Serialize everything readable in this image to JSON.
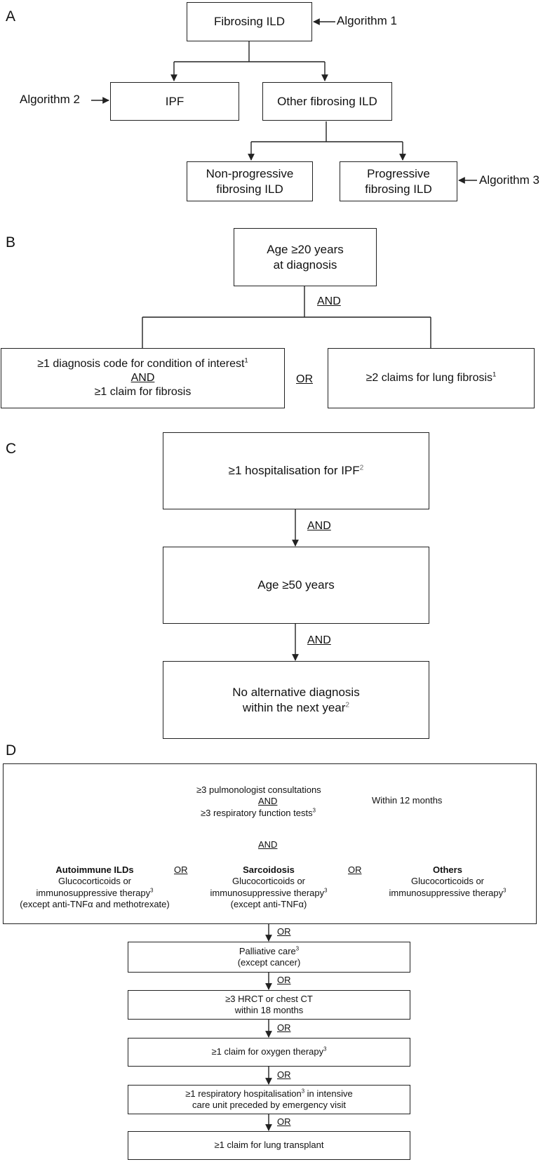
{
  "panel_a": {
    "label": "A",
    "fibrosing_ild": "Fibrosing ILD",
    "algorithm1": "Algorithm 1",
    "algorithm2": "Algorithm 2",
    "ipf": "IPF",
    "other_fibrosing_ild": "Other fibrosing ILD",
    "non_progressive_1": "Non-progressive",
    "non_progressive_2": "fibrosing ILD",
    "progressive_1": "Progressive",
    "progressive_2": "fibrosing ILD",
    "algorithm3": "Algorithm 3"
  },
  "panel_b": {
    "label": "B",
    "age_1": "Age ≥20 years",
    "age_2": "at diagnosis",
    "and": "AND",
    "or": "OR",
    "left_line1": "≥1 diagnosis code for condition of interest",
    "left_line1_sup": "1",
    "left_and": "AND",
    "left_line3": "≥1 claim for fibrosis",
    "right_text": "≥2 claims for lung fibrosis",
    "right_sup": "1"
  },
  "panel_c": {
    "label": "C",
    "box1": "≥1 hospitalisation for IPF",
    "box1_sup": "2",
    "and1": "AND",
    "box2": "Age ≥50 years",
    "and2": "AND",
    "box3_line1": "No alternative diagnosis",
    "box3_line2": "within the next year",
    "box3_sup": "2"
  },
  "panel_d": {
    "label": "D",
    "consult": "≥3 pulmonologist consultations",
    "and_inner": "AND",
    "resp_tests": "≥3 respiratory function tests",
    "resp_sup": "3",
    "within_12": "Within 12 months",
    "and_mid": "AND",
    "auto_title": "Autoimmune ILDs",
    "auto_l1": "Glucocorticoids or",
    "auto_l2": "immunosuppressive therapy",
    "auto_sup": "3",
    "auto_l3": "(except anti-TNFα and methotrexate)",
    "or1": "OR",
    "sarc_title": "Sarcoidosis",
    "sarc_l1": "Glucocorticoids or",
    "sarc_l2": "immunosuppressive therapy",
    "sarc_sup": "3",
    "sarc_l3": "(except anti-TNFα)",
    "or2": "OR",
    "oth_title": "Others",
    "oth_l1": "Glucocorticoids or",
    "oth_l2": "immunosuppressive therapy",
    "oth_sup": "3",
    "or_a": "OR",
    "palliative_l1": "Palliative care",
    "palliative_sup": "3",
    "palliative_l2": "(except cancer)",
    "or_b": "OR",
    "hrct_l1": "≥3 HRCT or chest CT",
    "hrct_l2": "within 18 months",
    "or_c": "OR",
    "oxygen": "≥1 claim for oxygen therapy",
    "oxygen_sup": "3",
    "or_d": "OR",
    "hosp_l1a": "≥1 respiratory hospitalisation",
    "hosp_sup": "3",
    "hosp_l1b": " in intensive",
    "hosp_l2": "care unit preceded by emergency visit",
    "or_e": "OR",
    "transplant": "≥1 claim for lung transplant"
  }
}
